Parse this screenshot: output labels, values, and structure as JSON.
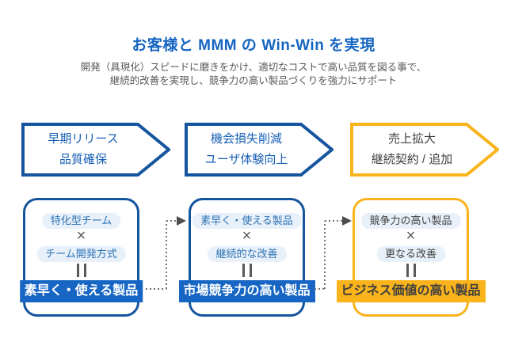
{
  "title": "お客様と MMM の Win-Win を実現",
  "subtitle": {
    "line1": "開発（具現化）スピードに磨きをかけ、適切なコストで高い品質を図る事で、",
    "line2": "継続的改善を実現し、競争力の高い製品づくりを強力にサポート"
  },
  "colors": {
    "title_blue": "#1565C2",
    "outline_blue": "#15549E",
    "banner_blue": "#1766C4",
    "gold": "#F9B31B",
    "text_dark": "#404040",
    "text_gray": "#595959",
    "pill_bg": "#E8F0F9",
    "pill_text_blue": "#2E74B5",
    "connector_gray": "#737373"
  },
  "chevrons": [
    {
      "line1": "早期リリース",
      "line2": "品質確保",
      "theme": "blue"
    },
    {
      "line1": "機会損失削減",
      "line2": "ユーザ体験向上",
      "theme": "blue"
    },
    {
      "line1": "売上拡大",
      "line2": "継続契約 / 追加",
      "theme": "gold"
    }
  ],
  "boxes": [
    {
      "factor1": "特化型チーム",
      "operator": "×",
      "factor2": "チーム開発方式",
      "result": "素早く・使える製品",
      "theme": "blue"
    },
    {
      "factor1": "素早く・使える製品",
      "operator": "×",
      "factor2": "継続的な改善",
      "result": "市場競争力の高い製品",
      "theme": "blue"
    },
    {
      "factor1": "競争力の高い製品",
      "operator": "×",
      "factor2": "更なる改善",
      "result": "ビジネス価値の高い製品",
      "theme": "gold"
    }
  ]
}
